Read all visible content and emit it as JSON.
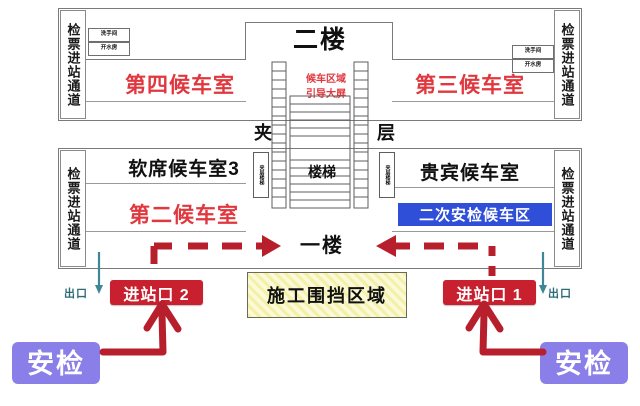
{
  "diagram": {
    "title_second_floor": "二楼",
    "title_first_floor": "一楼",
    "mezzanine_left": "夹",
    "mezzanine_right": "层"
  },
  "colors": {
    "red_room_text": "#e0383e",
    "entrance_chip_bg": "#c8202e",
    "security_chip_bg": "#8a7ee8",
    "blue_chip_bg": "#2f4fd8",
    "construction_fill": "#f3f0a8",
    "arrow_red": "#b81f2d",
    "exit_arrow": "#3f8794",
    "wall": "#7a7a7a"
  },
  "corridors": {
    "top_left": "检票进站通道",
    "top_right": "检票进站通道",
    "bottom_left": "检票进站通道",
    "bottom_right": "检票进站通道"
  },
  "rooms": {
    "waiting_4": "第四候车室",
    "waiting_3": "第三候车室",
    "soft_seat_3": "软席候车室3",
    "waiting_2": "第二候车室",
    "vip": "贵宾候车室",
    "second_security_zone": "二次安检候车区"
  },
  "facilities": {
    "restroom": "洗手间",
    "water_room": "开水房",
    "restroom_right": "洗手间",
    "water_room_right": "开水房"
  },
  "center": {
    "big_screen": "候车区域\n引导大屏",
    "big_screen_line1": "候车区域",
    "big_screen_line2": "引导大屏",
    "stairs": "楼梯",
    "mezz_stair_left": "夹层楼梯",
    "mezz_stair_right": "夹层楼梯"
  },
  "entrances": [
    {
      "label": "进站口 2",
      "side": "left"
    },
    {
      "label": "进站口 1",
      "side": "right"
    }
  ],
  "security": [
    {
      "label": "安检",
      "side": "left"
    },
    {
      "label": "安检",
      "side": "right"
    }
  ],
  "exits": [
    {
      "label": "出口",
      "side": "left"
    },
    {
      "label": "出口",
      "side": "right"
    }
  ],
  "construction": {
    "label": "施工围挡区域"
  }
}
